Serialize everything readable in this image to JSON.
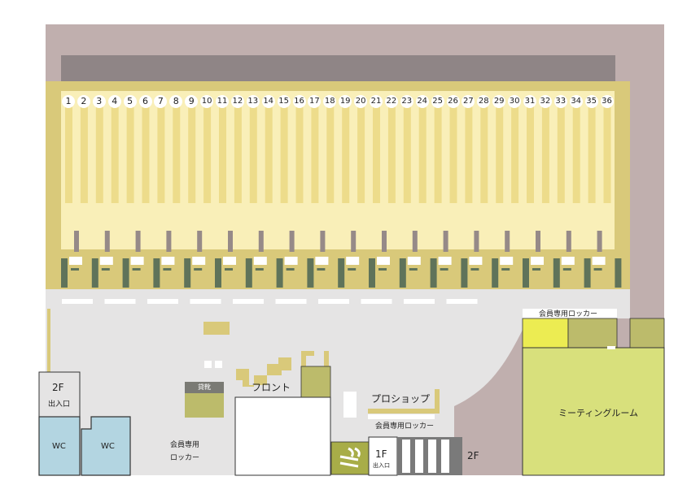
{
  "bay_numbers": [
    "1",
    "2",
    "3",
    "4",
    "5",
    "6",
    "7",
    "8",
    "9",
    "10",
    "11",
    "12",
    "13",
    "14",
    "15",
    "16",
    "17",
    "18",
    "19",
    "20",
    "21",
    "22",
    "23",
    "24",
    "25",
    "26",
    "27",
    "28",
    "29",
    "30",
    "31",
    "32",
    "33",
    "34",
    "35",
    "36"
  ],
  "labels": {
    "members_locker_top": "会員専用ロッカー",
    "members_locker_mid": "会員専用ロッカー",
    "members_locker_left_line1": "会員専用",
    "members_locker_left_line2": "ロッカー",
    "meeting_room": "ミーティングルーム",
    "front": "フロント",
    "pro_shop": "プロショップ",
    "rental": "貸靴",
    "floor_2f_left": "2F",
    "entrance_left": "出入口",
    "wc_1": "WC",
    "wc_2": "WC",
    "floor_1f": "1F",
    "entrance_1f": "出入口",
    "floor_2f_right": "2F"
  },
  "colors": {
    "outer_mauve": "#c0afae",
    "roof_dark": "#8f8586",
    "range_base": "#d9c97a",
    "range_light": "#f9efb8",
    "range_stripe": "#eddc8b",
    "booth_green": "#5f735a",
    "lobby_gray": "#e5e4e4",
    "olive": "#bcbb6b",
    "bright_yellow": "#ecec52",
    "meeting_green": "#d8e07c",
    "wc_blue": "#b3d5e1",
    "tan_bar": "#d9c97a",
    "smoking_olive": "#a8ad48"
  }
}
